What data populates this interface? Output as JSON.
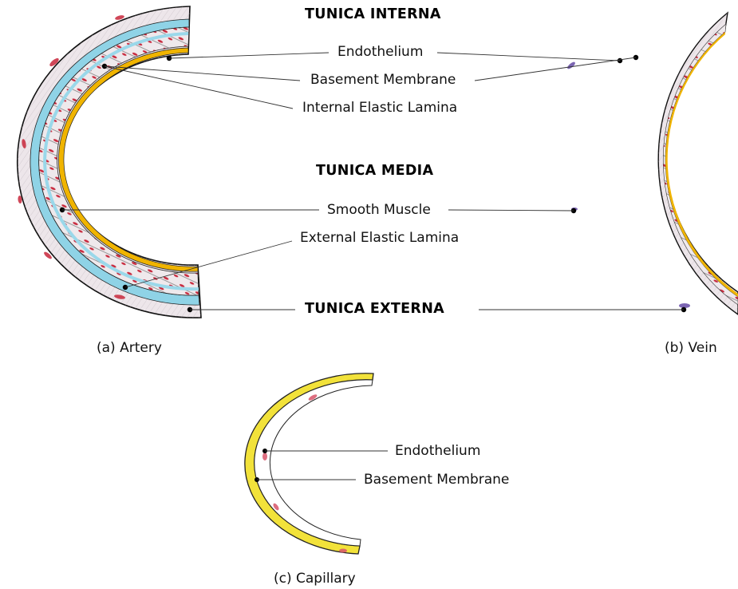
{
  "headings": {
    "tunica_interna": "TUNICA INTERNA",
    "tunica_media": "TUNICA MEDIA",
    "tunica_externa": "TUNICA EXTERNA"
  },
  "labels": {
    "endothelium": "Endothelium",
    "basement_membrane": "Basement Membrane",
    "internal_elastic_lamina": "Internal Elastic Lamina",
    "smooth_muscle": "Smooth Muscle",
    "external_elastic_lamina": "External Elastic Lamina",
    "capillary_endothelium": "Endothelium",
    "capillary_basement_membrane": "Basement Membrane"
  },
  "captions": {
    "artery": "(a) Artery",
    "vein": "(b) Vein",
    "capillary": "(c) Capillary"
  },
  "colors": {
    "elastic_lamina": "#f0b400",
    "capillary_membrane": "#f2e23a",
    "elastic_fibers_blue": "#8fd3e6",
    "tissue": "#ece7ea",
    "cells": "#c8283c",
    "vein_accent": "#5b3fa0"
  }
}
